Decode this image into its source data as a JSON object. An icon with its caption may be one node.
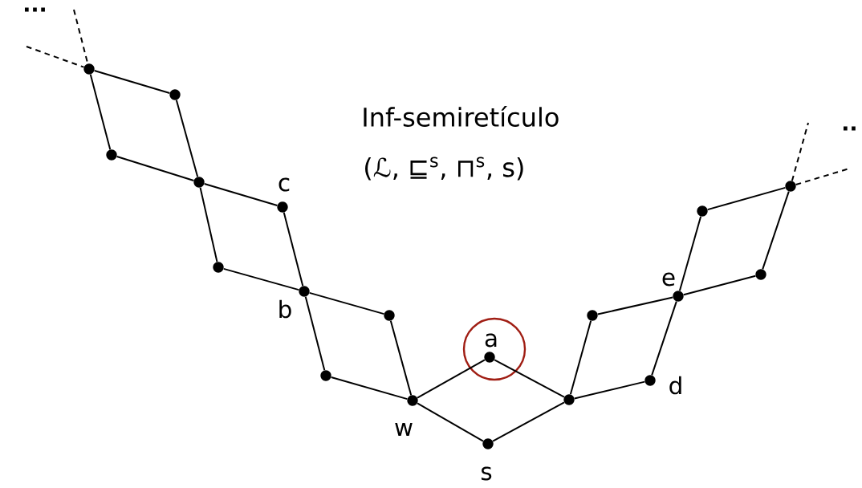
{
  "diagram": {
    "title": "Inf-semiretículo",
    "nodes": [
      {
        "text": [],
        "shape": "circle"
      },
      {
        "text": [],
        "shape": "circle"
      },
      {
        "text": [],
        "shape": "circle"
      },
      {
        "text": [],
        "shape": "circle"
      },
      {
        "text": [],
        "shape": "circle",
        "beside": [
          "c"
        ]
      },
      {
        "text": [],
        "shape": "circle"
      },
      {
        "text": [],
        "shape": "circle",
        "beside": [
          "b"
        ]
      },
      {
        "text": [],
        "shape": "circle"
      },
      {
        "text": [],
        "shape": "circle"
      },
      {
        "text": [],
        "shape": "circle",
        "beside": [
          "w"
        ]
      },
      {
        "text": [],
        "shape": "circle",
        "beside": [
          "a"
        ]
      },
      {
        "text": [],
        "shape": "circle",
        "beside": [
          "s"
        ]
      },
      {
        "text": [],
        "shape": "circle"
      },
      {
        "text": [],
        "shape": "circle",
        "beside": [
          "d"
        ]
      },
      {
        "text": [],
        "shape": "circle"
      },
      {
        "text": [],
        "shape": "circle",
        "beside": [
          "e"
        ]
      },
      {
        "text": [],
        "shape": "circle"
      },
      {
        "text": [],
        "shape": "circle"
      },
      {
        "text": [],
        "shape": "circle"
      }
    ],
    "edges": [
      {
        "from": 0,
        "to": 1,
        "arrow": "none"
      },
      {
        "from": 0,
        "to": 2,
        "arrow": "none"
      },
      {
        "from": 1,
        "to": 3,
        "arrow": "none"
      },
      {
        "from": 2,
        "to": 3,
        "arrow": "none"
      },
      {
        "from": 3,
        "to": 4,
        "arrow": "none"
      },
      {
        "from": 3,
        "to": 5,
        "arrow": "none"
      },
      {
        "from": 4,
        "to": 6,
        "arrow": "none"
      },
      {
        "from": 5,
        "to": 6,
        "arrow": "none"
      },
      {
        "from": 6,
        "to": 7,
        "arrow": "none"
      },
      {
        "from": 6,
        "to": 8,
        "arrow": "none"
      },
      {
        "from": 7,
        "to": 9,
        "arrow": "none"
      },
      {
        "from": 8,
        "to": 9,
        "arrow": "none"
      },
      {
        "from": 9,
        "to": 10,
        "arrow": "none"
      },
      {
        "from": 9,
        "to": 11,
        "arrow": "none"
      },
      {
        "from": 10,
        "to": 12,
        "arrow": "none"
      },
      {
        "from": 11,
        "to": 12,
        "arrow": "none"
      },
      {
        "from": 12,
        "to": 13,
        "arrow": "none"
      },
      {
        "from": 12,
        "to": 14,
        "arrow": "none"
      },
      {
        "from": 13,
        "to": 15,
        "arrow": "none"
      },
      {
        "from": 14,
        "to": 15,
        "arrow": "none"
      },
      {
        "from": 15,
        "to": 16,
        "arrow": "none"
      },
      {
        "from": 15,
        "to": 17,
        "arrow": "none"
      },
      {
        "from": 16,
        "to": 18,
        "arrow": "none"
      },
      {
        "from": 17,
        "to": 18,
        "arrow": "none"
      },
      {
        "from": null,
        "to": 0,
        "arrow": "none",
        "style": "dashed"
      },
      {
        "from": null,
        "to": 0,
        "arrow": "none",
        "style": "dashed"
      },
      {
        "from": 18,
        "to": null,
        "arrow": "none",
        "style": "dashed"
      },
      {
        "from": 18,
        "to": null,
        "arrow": "none",
        "style": "dashed"
      }
    ],
    "labels": [
      "...",
      "(ℒ, ⊑$^{s}$, ⊓$^{s}$, s)",
      ".."
    ]
  }
}
